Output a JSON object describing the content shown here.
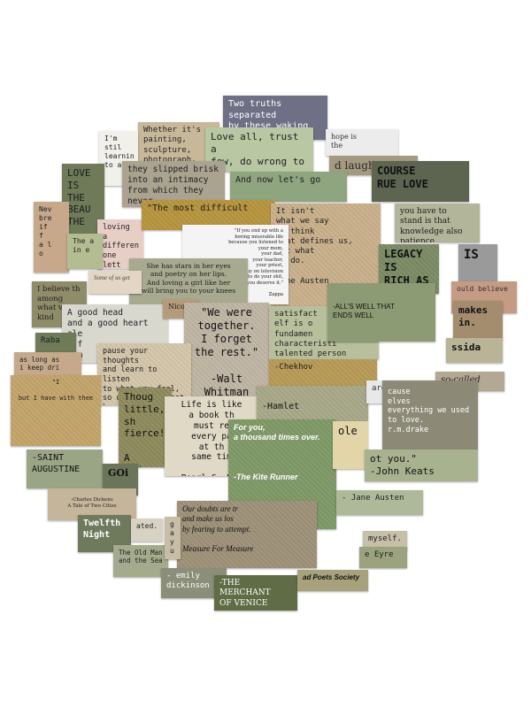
{
  "cards": [
    {
      "id": "two-truths",
      "text": "Two truths\nseparated\nby these waking",
      "bg": "#6f6f86",
      "fg": "#ffffff"
    },
    {
      "id": "whether",
      "text": "Whether it's a\npainting,\nsculpture,\nphotograph,",
      "bg": "#c8b89a",
      "fg": "#222222"
    },
    {
      "id": "im-still",
      "text": "I'm stil\nlearnin\nto a",
      "bg": "#f1f0ea",
      "fg": "#222222"
    },
    {
      "id": "love-all",
      "text": "Love all, trust a\nfew, do wrong to",
      "bg": "#b9c7a3",
      "fg": "#1e1e1e"
    },
    {
      "id": "hope",
      "text": "hope is\nthe",
      "bg": "#ececec",
      "fg": "#333333"
    },
    {
      "id": "laughter",
      "text": "d laughter",
      "bg": "#a49a80",
      "fg": "#2a2a2a"
    },
    {
      "id": "love-is-the",
      "text": "LOVE\nIS THE\nBEAU\nTHE",
      "bg": "#6e7a58",
      "fg": "#1c1c1c"
    },
    {
      "id": "slipped",
      "text": "they slipped brisk\ninto an intimacy\nfrom which they\nnever",
      "bg": "#a9a38f",
      "fg": "#1e1e1e"
    },
    {
      "id": "and-now",
      "text": "And now let's go",
      "bg": "#8ea57f",
      "fg": "#1e1e1e"
    },
    {
      "id": "course",
      "text": "COURSE\nRUE LOVE",
      "bg": "#5d6450",
      "fg": "#111111"
    },
    {
      "id": "never",
      "text": "Nev\nbre\nif\nf\na l\no",
      "bg": "#c7a88a",
      "fg": "#222222"
    },
    {
      "id": "loving",
      "text": "loving a\ndifferen\none lett\nclas",
      "bg": "#e7cfc6",
      "fg": "#222222"
    },
    {
      "id": "most-difficult",
      "text": "\"The most difficult",
      "bg": "#b7953d",
      "fg": "#1e1e1e"
    },
    {
      "id": "it-isnt",
      "text": "It isn't\nwhat we say\nor think\nthat defines us,\nbut what\nwe do.\n\nJane Austen",
      "bg": "#c9b08b",
      "fg": "#1e1e1e"
    },
    {
      "id": "you-have-to",
      "text": "you have to\nstand is that\nknowledge also\npatience",
      "bg": "#b3b59a",
      "fg": "#1e1e1e"
    },
    {
      "id": "ended-up",
      "text": "\"If you end up with a\nboring miserable life\nbecause you listened to\nyour mom,\nyour dad,\nyour teacher,\nyour priest,\nor some guy on television\ntelling you how to do your shit,\nthen you deserve it.\"\n\nZappa",
      "bg": "#f4f4f4",
      "fg": "#222222"
    },
    {
      "id": "the-a",
      "text": "The a\nin e",
      "bg": "#b4bc92",
      "fg": "#222222"
    },
    {
      "id": "stars",
      "text": "She has stars in her eyes\nand poetry on her lips.\nAnd loving a girl like her\nwill bring you to your knees",
      "bg": "#a8aa90",
      "fg": "#1e1e1e"
    },
    {
      "id": "legacy",
      "text": "LEGACY IS\nRICH AS\nESTY.",
      "bg": "#7b8b64",
      "fg": "#111111"
    },
    {
      "id": "is",
      "text": "IS",
      "bg": "#9a9a9a",
      "fg": "#111111"
    },
    {
      "id": "believe-the",
      "text": "I believe th\namong\nwhat v\nkind",
      "bg": "#8f8c6a",
      "fg": "#1e1e1e"
    },
    {
      "id": "some-of-us",
      "text": "Some of us get",
      "bg": "#e3d6c4",
      "fg": "#444444"
    },
    {
      "id": "good-head",
      "text": "A good head\nand a good heart\nale\na f\ncom",
      "bg": "#d9d8cf",
      "fg": "#1e1e1e"
    },
    {
      "id": "nicol",
      "text": "Nicol",
      "bg": "#b49c7a",
      "fg": "#1e1e1e"
    },
    {
      "id": "we-were",
      "text": "\"We were\ntogether.\nI forget\nthe rest.\"\n\n-Walt Whitman",
      "bg": "#c0b5a3",
      "fg": "#111111"
    },
    {
      "id": "satisfact",
      "text": "satisfact\nelf is o\nfundamen\ncharacteristi\ntalented person",
      "bg": "#b8bf9c",
      "fg": "#1e1e1e"
    },
    {
      "id": "alls-well",
      "text": "-ALL'S WELL THAT\nENDS WELL",
      "bg": "#8d9b75",
      "fg": "#111111"
    },
    {
      "id": "ould-believe",
      "text": "ould believe",
      "bg": "#c59b84",
      "fg": "#333333"
    },
    {
      "id": "makes",
      "text": "makes\nin.",
      "bg": "#a48c6f",
      "fg": "#111111"
    },
    {
      "id": "raba",
      "text": "Raba",
      "bg": "#6e7a58",
      "fg": "#1e1e1e"
    },
    {
      "id": "as-long",
      "text": "as long as\ni keep dri",
      "bg": "#c5a98a",
      "fg": "#222222"
    },
    {
      "id": "pause",
      "text": "pause your thoughts\nand learn to listen\nto what you feel,\nso often we're not\nbe\nnumb",
      "bg": "#d4c6aa",
      "fg": "#1e1e1e"
    },
    {
      "id": "chekhov",
      "text": "-Chekhov",
      "bg": "#b79a55",
      "fg": "#1e1e1e"
    },
    {
      "id": "ssida",
      "text": "ssida",
      "bg": "#b9b496",
      "fg": "#111111"
    },
    {
      "id": "so-called",
      "text": "so-called",
      "bg": "#b3a891",
      "fg": "#222222"
    },
    {
      "id": "bit-thee",
      "text": "\"I\n\nbut I have with thee",
      "bg": "#c3a36a",
      "fg": "#1e1e1e"
    },
    {
      "id": "though",
      "text": "Thoug\nlittle, sh\nfierce!\n\nA Midsumm",
      "bg": "#8d8a5c",
      "fg": "#111111"
    },
    {
      "id": "life-book",
      "text": "Life is like\na book th\nmust re\nevery pa\nat th\nsame tim\n\n-Pearl S. Buck",
      "bg": "#e0d9c6",
      "fg": "#111111"
    },
    {
      "id": "hamlet",
      "text": "-Hamlet",
      "bg": "#a8a888",
      "fg": "#111111"
    },
    {
      "id": "are",
      "text": "are",
      "bg": "#e8e8e8",
      "fg": "#333333"
    },
    {
      "id": "because",
      "text": "cause\nelves\neverything we used to love.\nr.m.drake",
      "bg": "#8c8a76",
      "fg": "#ffffff"
    },
    {
      "id": "for-you",
      "text": "For you,\na thousand times over.\n\n\n\n-The Kite Runner",
      "bg": "#7f9966",
      "fg": "#ffffff"
    },
    {
      "id": "ole",
      "text": "ole",
      "bg": "#e2d6a8",
      "fg": "#111111"
    },
    {
      "id": "saint",
      "text": "-SAINT\nAUGUSTINE",
      "bg": "#9aa585",
      "fg": "#111111"
    },
    {
      "id": "goi",
      "text": "GOi",
      "bg": "#6a7559",
      "fg": "#111111"
    },
    {
      "id": "keats",
      "text": "ot you.\"\n-John Keats",
      "bg": "#a9b28f",
      "fg": "#111111"
    },
    {
      "id": "dickens",
      "text": "-Charles Dickens\nA Tale of Two Cities",
      "bg": "#c4b59b",
      "fg": "#1e1e1e"
    },
    {
      "id": "austen2",
      "text": "- Jane Austen",
      "bg": "#aeb99a",
      "fg": "#1e1e1e"
    },
    {
      "id": "twelfth",
      "text": "Twelfth\nNight",
      "bg": "#6f7a5c",
      "fg": "#ffffff"
    },
    {
      "id": "ated",
      "text": "ated.",
      "bg": "#d8d2c3",
      "fg": "#1e1e1e"
    },
    {
      "id": "doubts",
      "text": "Our doubts are tr\nand make us los\nby fearing to attempt.\n\nMeasure For Measure",
      "bg": "#9e9178",
      "fg": "#111111"
    },
    {
      "id": "myself",
      "text": "myself.",
      "bg": "#c7c0a9",
      "fg": "#1e1e1e"
    },
    {
      "id": "eyre",
      "text": "e Eyre",
      "bg": "#9aa27e",
      "fg": "#1e1e1e"
    },
    {
      "id": "old-man",
      "text": "The Old Man\nand the Sea",
      "bg": "#a4ab8c",
      "fg": "#1e1e1e"
    },
    {
      "id": "gray",
      "text": "g\na\ny\nu",
      "bg": "#c8bda6",
      "fg": "#1e1e1e"
    },
    {
      "id": "dickinson",
      "text": "- emily\ndickinson",
      "bg": "#8b8e79",
      "fg": "#ffffff"
    },
    {
      "id": "merchant",
      "text": "-THE MERCHANT\nOF VENICE",
      "bg": "#5f6c46",
      "fg": "#ffffff"
    },
    {
      "id": "poets",
      "text": "ad Poets Society",
      "bg": "#a8a27c",
      "fg": "#111111"
    }
  ]
}
